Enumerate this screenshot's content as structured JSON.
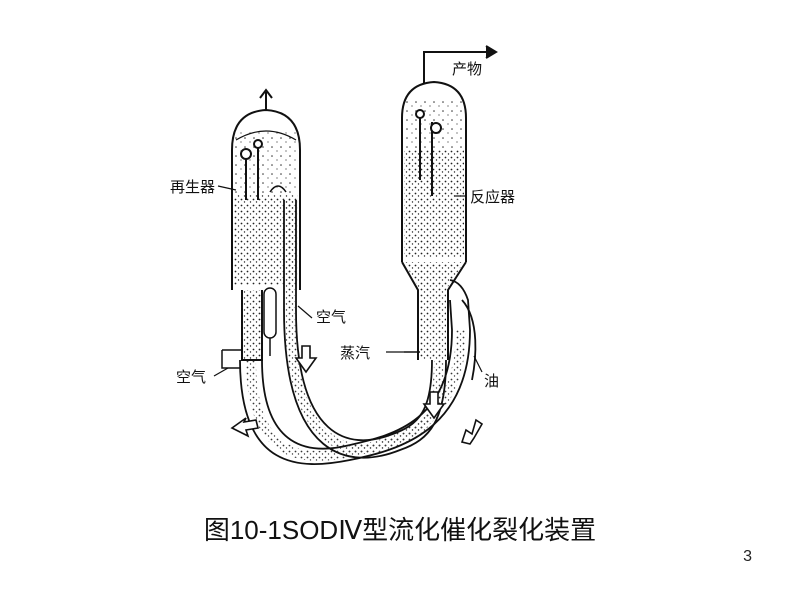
{
  "labels": {
    "regenerator": "再生器",
    "reactor": "反应器",
    "products": "产物",
    "air_right": "空气",
    "air_left": "空气",
    "steam": "蒸汽",
    "oil": "油"
  },
  "caption": "图10-1SODⅣ型流化催化裂化装置",
  "page_number": "3"
}
